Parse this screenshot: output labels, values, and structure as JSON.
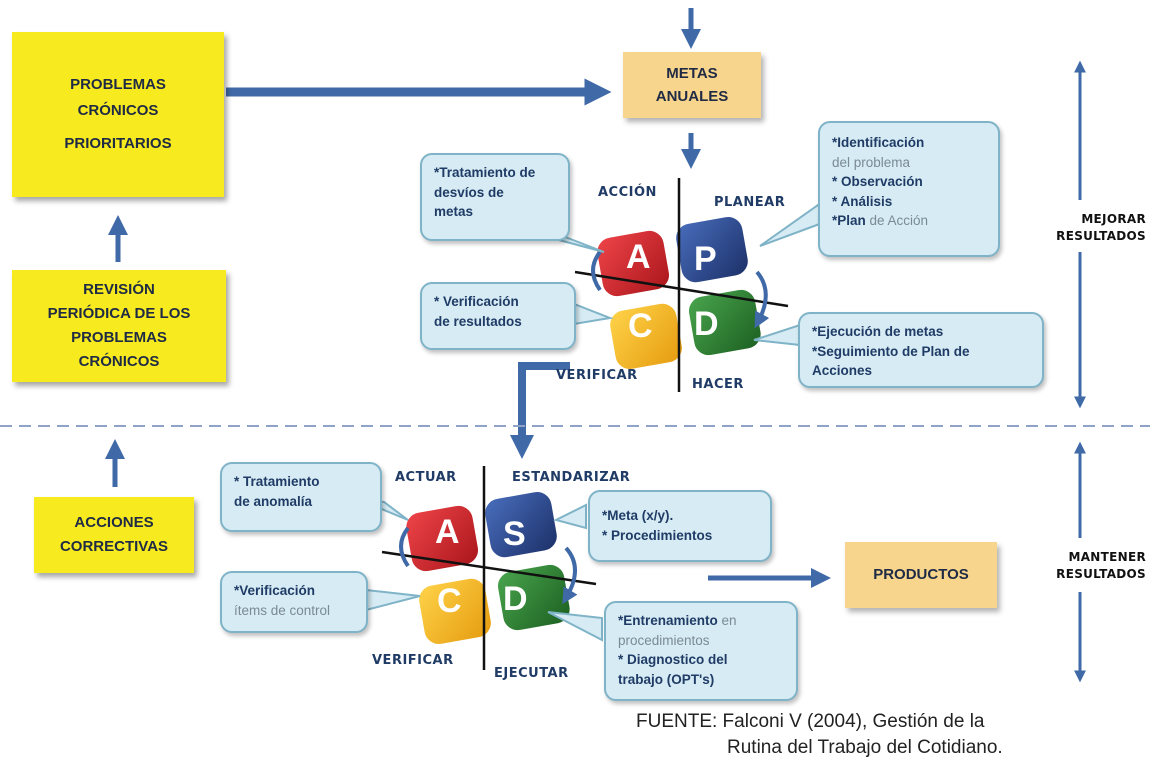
{
  "left_boxes": {
    "chronic": [
      "PROBLEMAS",
      "CRÓNICOS",
      "PRIORITARIOS"
    ],
    "revision": [
      "REVISIÓN",
      "PERIÓDICA DE LOS",
      "PROBLEMAS",
      "CRÓNICOS"
    ],
    "corrective": [
      "ACCIONES",
      "CORRECTIVAS"
    ]
  },
  "goals_box": [
    "METAS",
    "ANUALES"
  ],
  "products_box": "PRODUCTOS",
  "pdca": {
    "letters": {
      "a": "A",
      "p": "P",
      "c": "C",
      "d": "D"
    },
    "labels": {
      "action": "ACCIÓN",
      "plan": "PLANEAR",
      "check": "VERIFICAR",
      "do": "HACER"
    },
    "callouts": {
      "action": [
        "*Tratamiento de",
        "desvíos de",
        "metas"
      ],
      "check": [
        "* Verificación",
        "de resultados"
      ],
      "plan": {
        "l1": "*Identificación",
        "l2": "del problema",
        "l3": "* Observación",
        "l4": "* Análisis",
        "l5_bold": "*Plan",
        "l5_rest": " de Acción"
      },
      "do": [
        "*Ejecución de metas",
        "*Seguimiento de Plan de",
        "Acciones"
      ]
    }
  },
  "sdca": {
    "letters": {
      "a": "A",
      "s": "S",
      "c": "C",
      "d": "D"
    },
    "labels": {
      "act": "ACTUAR",
      "standardize": "ESTANDARIZAR",
      "check": "VERIFICAR",
      "execute": "EJECUTAR"
    },
    "callouts": {
      "act": [
        "* Tratamiento",
        "de anomalía"
      ],
      "standardize": [
        "*Meta (x/y).",
        "* Procedimientos"
      ],
      "check": {
        "l1": "*Verificación",
        "l2": "ítems de control"
      },
      "execute": {
        "l1_bold": "*Entrenamiento",
        "l1_rest": " en",
        "l2": "procedimientos",
        "l3": "* Diagnostico del",
        "l4": "trabajo (OPT's)"
      }
    }
  },
  "side_labels": {
    "improve": [
      "MEJORAR",
      "RESULTADOS"
    ],
    "maintain": [
      "MANTENER",
      "RESULTADOS"
    ]
  },
  "source": [
    "FUENTE: Falconi V (2004), Gestión de la",
    "Rutina del Trabajo del Cotidiano."
  ],
  "colors": {
    "arrow": "#3f69a7",
    "yellow_box": "#f7ea1e",
    "orange_box": "#f7d58c",
    "callout_fill": "#d6ebf3",
    "callout_border": "#7fb3c7",
    "tile_red": "#d9262c",
    "tile_blue": "#2c4a8e",
    "tile_yellow": "#f2b51e",
    "tile_green": "#2e7d32"
  }
}
